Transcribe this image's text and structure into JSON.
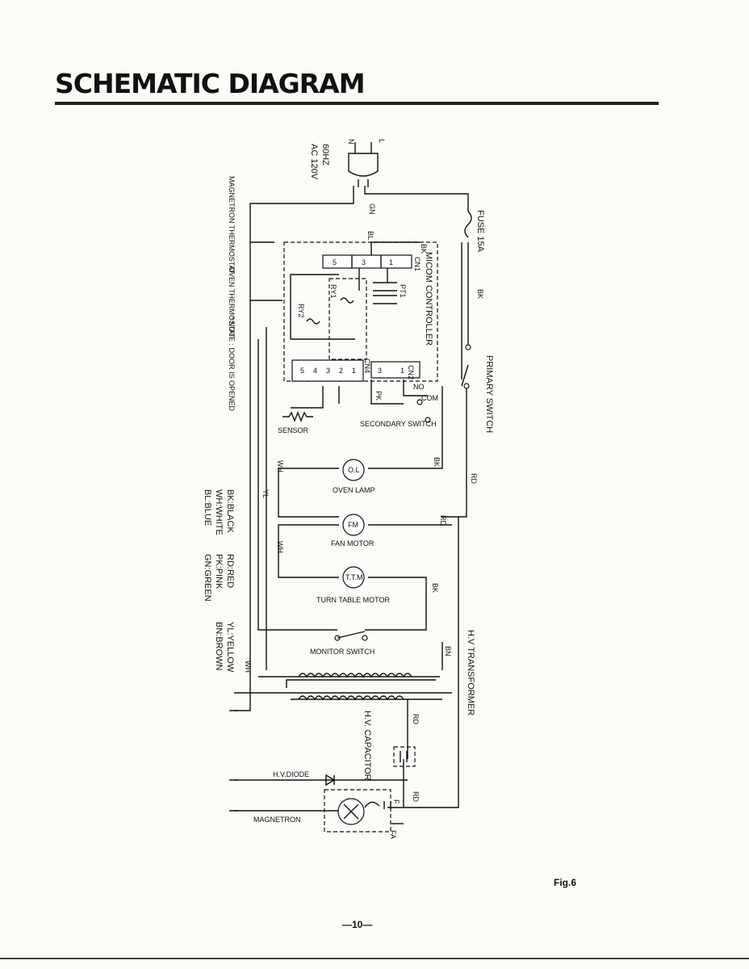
{
  "page": {
    "title": "SCHEMATIC DIAGRAM",
    "figure_label": "Fig.6",
    "page_number": "—10—"
  },
  "diagram": {
    "power": {
      "line": "L",
      "neutral": "N",
      "supply": "AC 120V",
      "frequency": "60HZ"
    },
    "components": {
      "fuse": "FUSE 15A",
      "primary_switch": "PRIMARY SWITCH",
      "micom_controller": "MICOM CONTROLLER",
      "cn1": "CN1",
      "cn2": "CN2",
      "cn4": "CN4",
      "pt1": "PT1",
      "ry1": "RY1",
      "ry2": "RY2",
      "magnetron_thermostat": "MAGNETRON THERMOSTAT",
      "oven_thermostat": "OVEN THERMOSTAT",
      "sensor": "SENSOR",
      "secondary_switch": "SECONDARY SWITCH",
      "oven_lamp": "OVEN LAMP",
      "fan_motor": "FAN MOTOR",
      "turntable_motor": "TURN TABLE MOTOR",
      "monitor_switch": "MONITOR SWITCH",
      "hv_transformer": "H.V TRANSFORMER",
      "hv_capacitor": "H.V. CAPACITOR",
      "hv_diode": "H.V.DIODE",
      "magnetron": "MAGNETRON",
      "f": "F",
      "fa": "FA",
      "ol": "O.L",
      "fm": "FM",
      "ttm": "T.T.M",
      "no": "NO",
      "com": "COM"
    },
    "pins": {
      "cn1": [
        "1",
        "3",
        "5"
      ],
      "cn2": [
        "1",
        "3"
      ],
      "cn4": [
        "1",
        "2",
        "3",
        "4",
        "5"
      ]
    },
    "wire_codes": [
      "BK",
      "RD",
      "WH",
      "YL",
      "BL",
      "PK",
      "GN",
      "BN"
    ],
    "note": "* NOTE : DOOR IS OPENED",
    "legend": [
      {
        "code": "BK",
        "name": "BK:BLACK"
      },
      {
        "code": "RD",
        "name": "RD:RED"
      },
      {
        "code": "YL",
        "name": "YL:YELLOW"
      },
      {
        "code": "WH",
        "name": "WH:WHITE"
      },
      {
        "code": "PK",
        "name": "PK:PINK"
      },
      {
        "code": "BN",
        "name": "BN:BROWN"
      },
      {
        "code": "BL",
        "name": "BL:BLUE"
      },
      {
        "code": "GN",
        "name": "GN:GREEN"
      }
    ]
  }
}
